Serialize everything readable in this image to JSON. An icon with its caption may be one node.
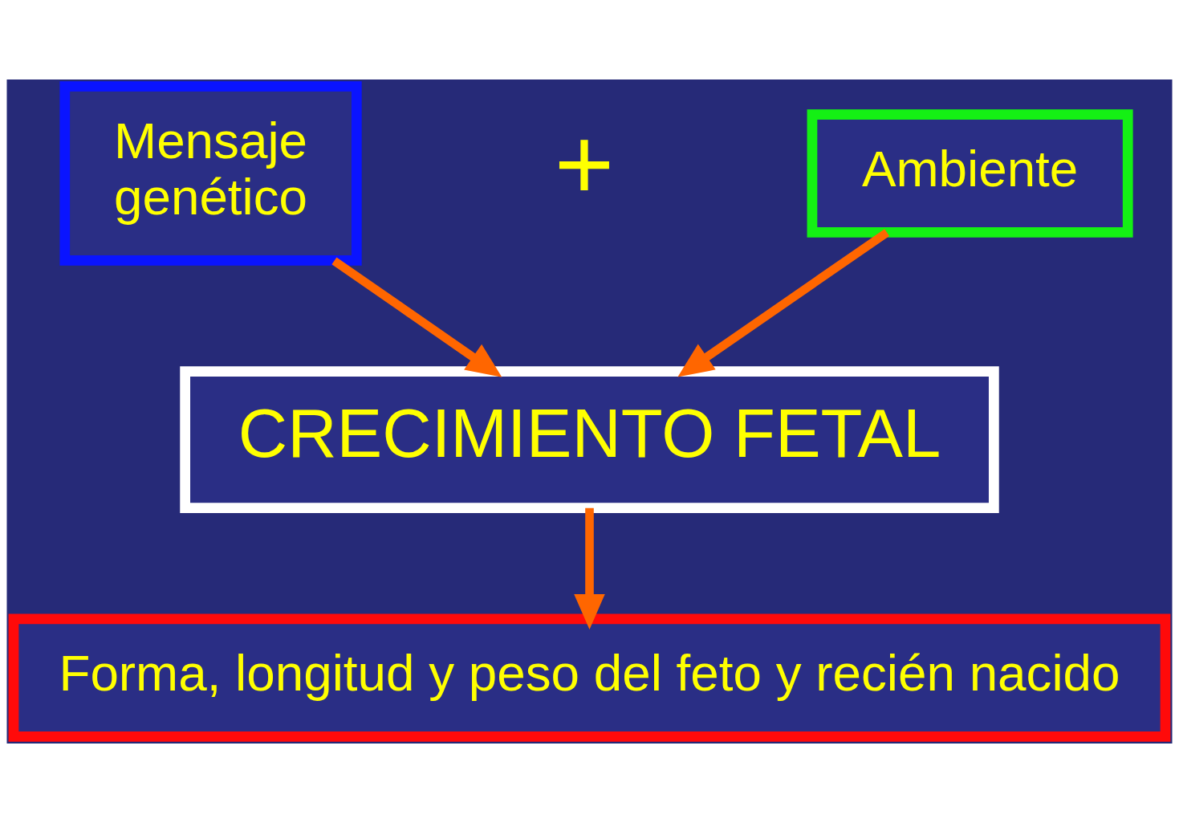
{
  "diagram": {
    "nodes": [
      {
        "text": [
          "Mensaje genético"
        ]
      },
      {
        "text": [
          "Ambiente"
        ]
      },
      {
        "text": [
          "CRECIMIENTO FETAL"
        ]
      },
      {
        "text": [
          "Forma, longitud y peso del feto y recién nacido"
        ]
      }
    ],
    "edges": [
      {
        "from": 0,
        "to": 2,
        "arrow": "to"
      },
      {
        "from": 1,
        "to": 2,
        "arrow": "to"
      },
      {
        "from": 2,
        "to": 3,
        "arrow": "to"
      }
    ],
    "labels": [
      "+"
    ]
  }
}
